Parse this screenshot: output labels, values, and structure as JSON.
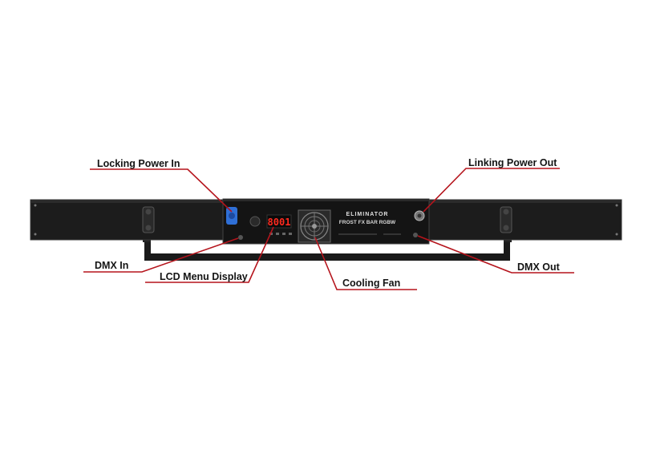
{
  "callouts": {
    "locking_power_in": "Locking Power In",
    "linking_power_out": "Linking Power Out",
    "dmx_in": "DMX In",
    "lcd_menu_display": "LCD Menu Display",
    "cooling_fan": "Cooling Fan",
    "dmx_out": "DMX Out"
  },
  "device": {
    "brand": "ELIMINATOR",
    "model": "FROST FX BAR RGBW",
    "lcd_readout": "8001"
  },
  "colors": {
    "callout_line": "#b5141c",
    "fixture_body": "#1c1c1c",
    "lcd_digits": "#ff2a1f",
    "power_connector": "#2f6fd6"
  }
}
